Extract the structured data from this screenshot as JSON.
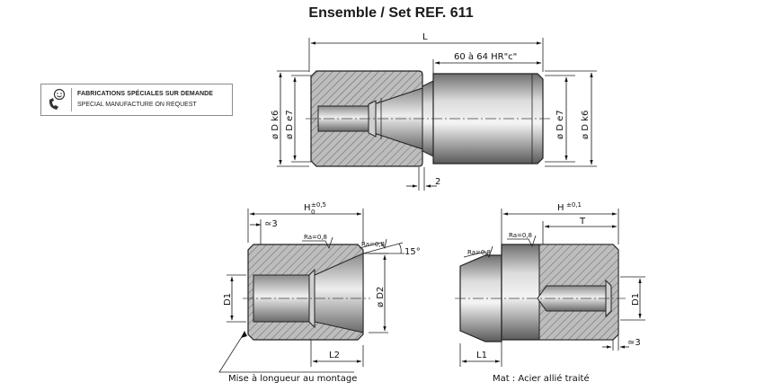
{
  "title": "Ensemble / Set REF. 611",
  "badge": {
    "icon": "phone-smiley-icon",
    "line1": "FABRICATIONS SPÉCIALES SUR DEMANDE",
    "line2": "SPECIAL MANUFACTURE ON REQUEST"
  },
  "top_view": {
    "dim_L": "L",
    "hardness": "60 à 64 HR\"c\"",
    "dim_2": "2",
    "left_dk6": "ø D k6",
    "left_de7": "ø D e7",
    "right_de7": "ø D e7",
    "right_dk6": "ø D k6"
  },
  "left_view": {
    "dim_H": "H",
    "tol_H_sup": "±0,5",
    "tol_H_sub": "0",
    "approx3": "≃3",
    "ra1": "Ra=0,8",
    "ra2": "Ra=0,8",
    "angle": "15°",
    "D1": "D1",
    "D2": "ø D2",
    "L2": "L2",
    "note": "Mise à longueur au montage"
  },
  "right_view": {
    "dim_H": "H",
    "tol_H": "±0,1",
    "T": "T",
    "ra1": "Ra=0,8",
    "ra2": "Ra=0,8",
    "D1": "D1",
    "L1": "L1",
    "approx3": "≃3",
    "note": "Mat : Acier allié traité"
  }
}
